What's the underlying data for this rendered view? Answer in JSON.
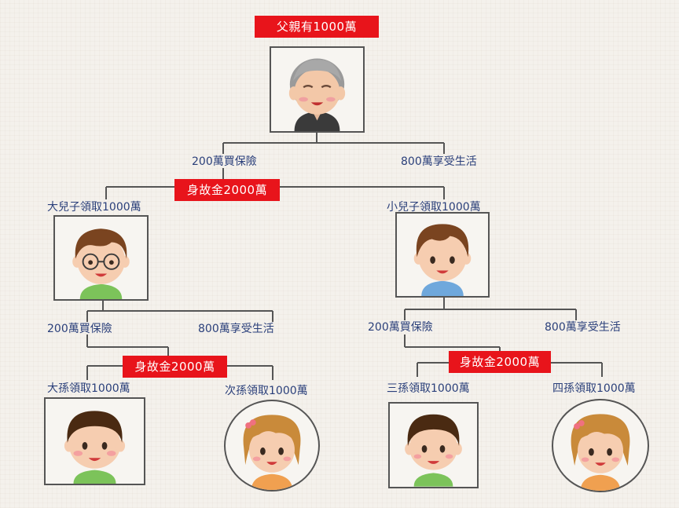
{
  "root": {
    "title": "父親有1000萬",
    "insurance": "200萬買保險",
    "living": "800萬享受生活",
    "death_benefit": "身故金2000萬"
  },
  "sons": {
    "elder": {
      "label": "大兒子領取1000萬",
      "insurance": "200萬買保險",
      "living": "800萬享受生活",
      "death_benefit": "身故金2000萬"
    },
    "younger": {
      "label": "小兒子領取1000萬",
      "insurance": "200萬買保險",
      "living": "800萬享受生活",
      "death_benefit": "身故金2000萬"
    }
  },
  "grandchildren": [
    {
      "label": "大孫領取1000萬"
    },
    {
      "label": "次孫領取1000萬"
    },
    {
      "label": "三孫領取1000萬"
    },
    {
      "label": "四孫領取1000萬"
    }
  ],
  "colors": {
    "highlight": "#e8141b",
    "text": "#2a3f7a",
    "lines": "#555555"
  }
}
